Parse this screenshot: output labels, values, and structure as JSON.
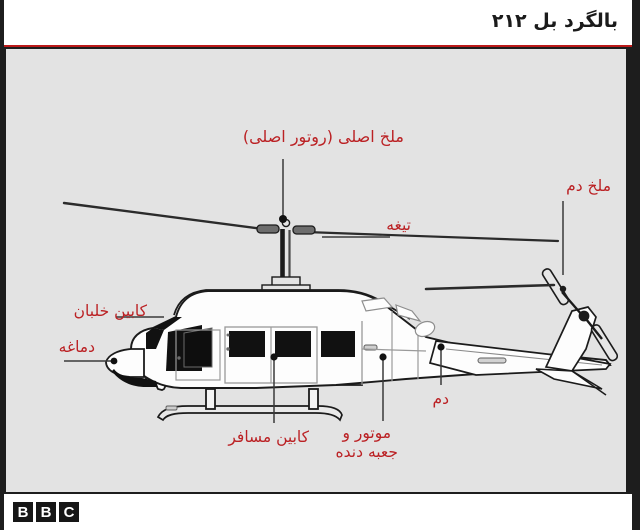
{
  "header": {
    "title": "بالگرد بل ۲۱۲"
  },
  "diagram": {
    "subject": "bell-212-helicopter-side-view",
    "background_color": "#e3e3e3",
    "accent_color": "#bb1919",
    "label_color": "#bb2124",
    "line_color": "#1b1b1b",
    "labels": [
      {
        "id": "main-rotor",
        "text": "ملخ اصلی (روتور اصلی)"
      },
      {
        "id": "tail-rotor",
        "text": "ملخ دم"
      },
      {
        "id": "blade",
        "text": "تیغه"
      },
      {
        "id": "cockpit",
        "text": "کابین خلبان"
      },
      {
        "id": "nose",
        "text": "دماغه"
      },
      {
        "id": "passenger-cabin",
        "text": "کابین مسافر"
      },
      {
        "id": "engine-gearbox-line1",
        "text": "موتور و"
      },
      {
        "id": "engine-gearbox-line2",
        "text": "جعبه دنده"
      },
      {
        "id": "tail",
        "text": "دم"
      }
    ]
  },
  "footer": {
    "logo_letters": [
      "B",
      "B",
      "C"
    ]
  }
}
